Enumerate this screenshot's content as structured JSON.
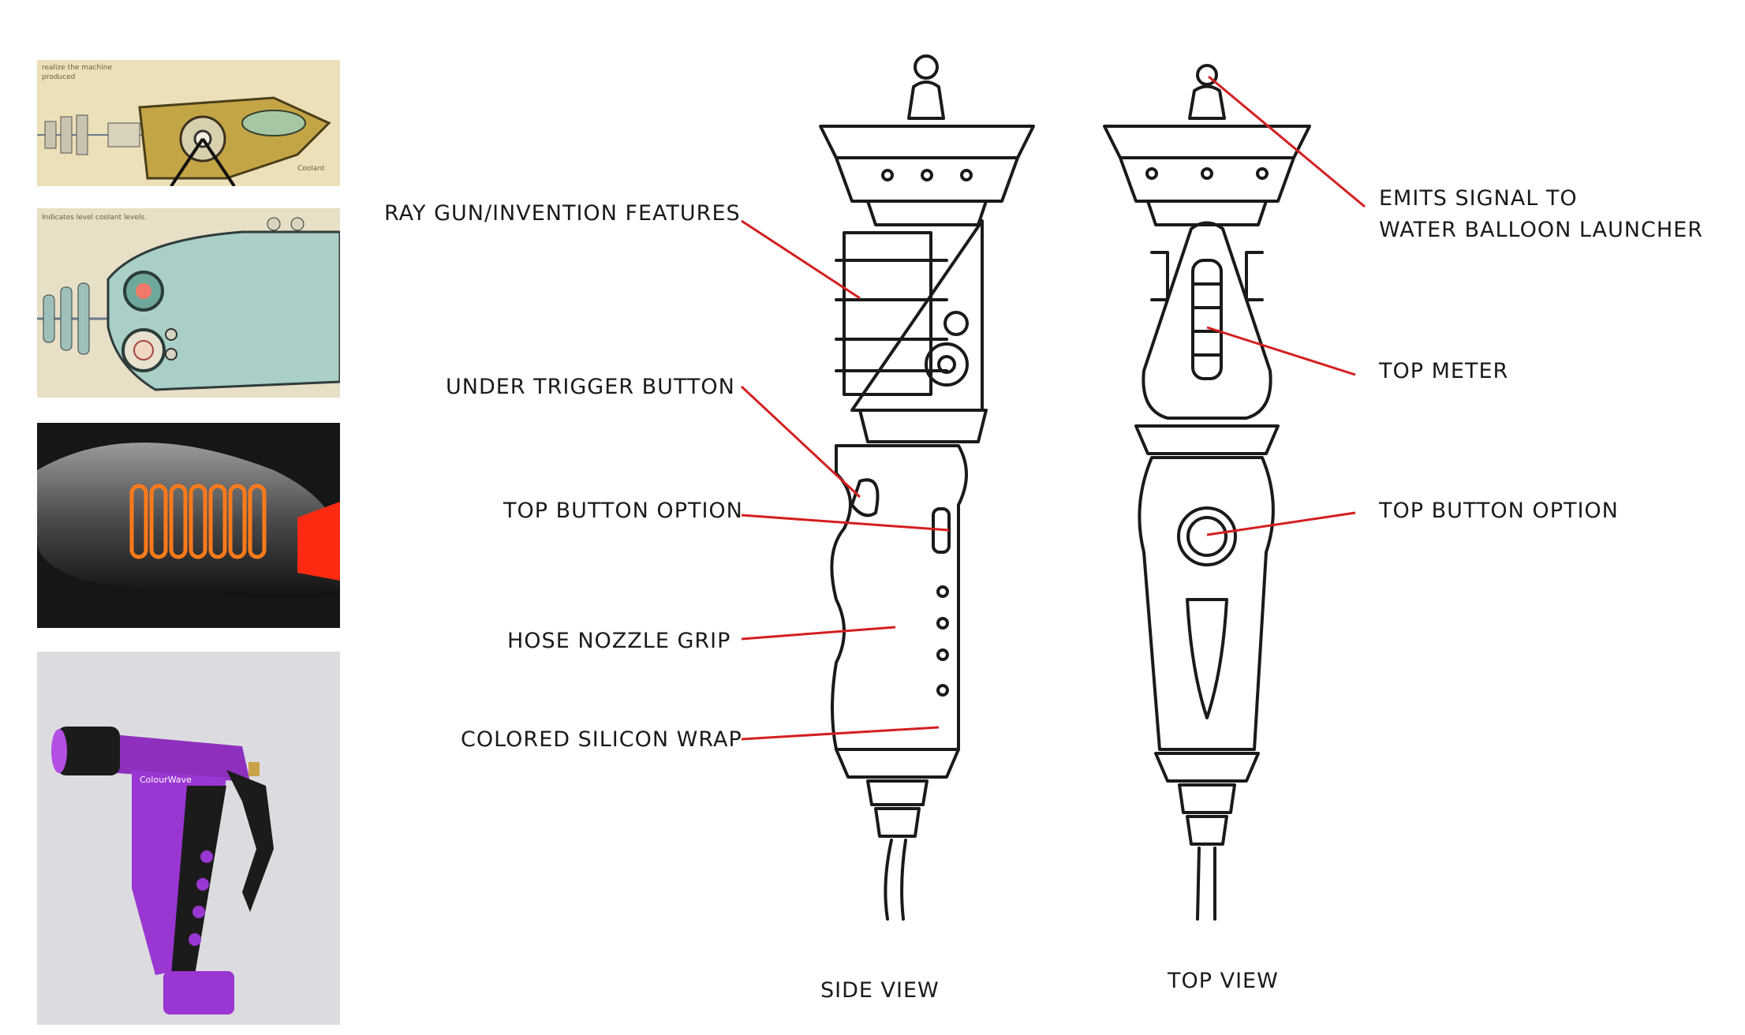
{
  "reference_images": {
    "ref1": {
      "caption_lines": [
        "realize the machine",
        "produced"
      ],
      "tag": "Coolant"
    },
    "ref2": {
      "caption": "Indicates level coolant levels."
    },
    "ref3": {},
    "ref4": {
      "brand": "ColourWave"
    }
  },
  "callouts": {
    "ray_gun_features": "RAY GUN/INVENTION FEATURES",
    "under_trigger_button": "UNDER TRIGGER BUTTON",
    "top_button_option_left": "TOP BUTTON OPTION",
    "hose_nozzle_grip": "HOSE NOZZLE GRIP",
    "colored_silicon_wrap": "COLORED SILICON WRAP",
    "emits_signal_line1": "EMITS SIGNAL TO",
    "emits_signal_line2": "WATER BALLOON LAUNCHER",
    "top_meter": "TOP METER",
    "top_button_option_right": "TOP BUTTON OPTION"
  },
  "views": {
    "side": "SIDE VIEW",
    "top": "TOP VIEW"
  },
  "colors": {
    "leader_line": "#d41f1f",
    "ink": "#1a1a1a"
  }
}
